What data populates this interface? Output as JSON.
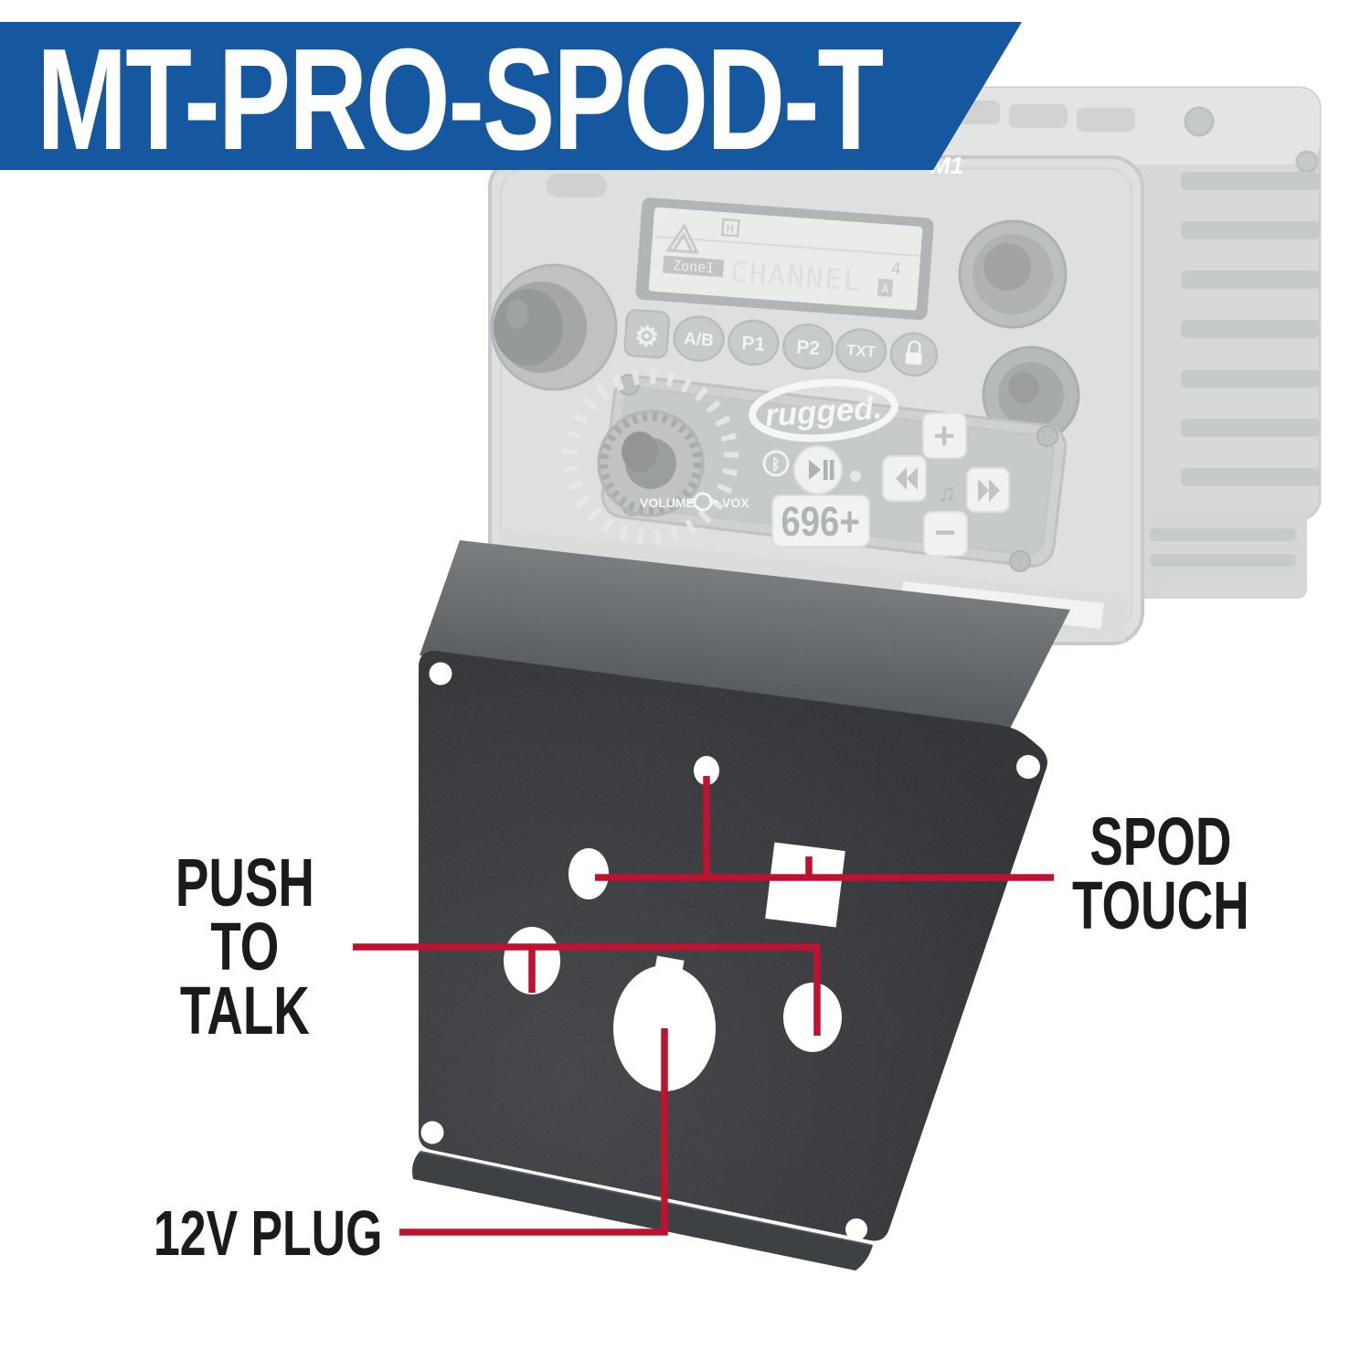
{
  "banner": {
    "title": "MT-PRO-SPOD-T",
    "color": "#15589F"
  },
  "ghost_radio": {
    "badge": "M1",
    "display": {
      "h_indicator": "H",
      "zone": "Zone1",
      "channel_text": "CHANNEL",
      "channel_number": "4",
      "a_indicator": "A"
    },
    "buttons": {
      "ab": "A/B",
      "p1": "P1",
      "p2": "P2",
      "txt": "TXT"
    }
  },
  "intercom": {
    "logo": "rugged.",
    "model": "696+",
    "volume_label": "VOLUME",
    "vox_label": "VOX",
    "icons": {
      "gear": "⚙",
      "bluetooth": "ᛒ",
      "music_note": "♫",
      "plus": "+",
      "minus": "−"
    }
  },
  "callouts": {
    "spod_touch": {
      "line1": "SPOD",
      "line2": "TOUCH"
    },
    "push_to_talk": {
      "line1": "PUSH",
      "line2": "TO",
      "line3": "TALK"
    },
    "twelve_v_plug": {
      "label": "12V PLUG"
    },
    "line_color": "#BE1230"
  }
}
